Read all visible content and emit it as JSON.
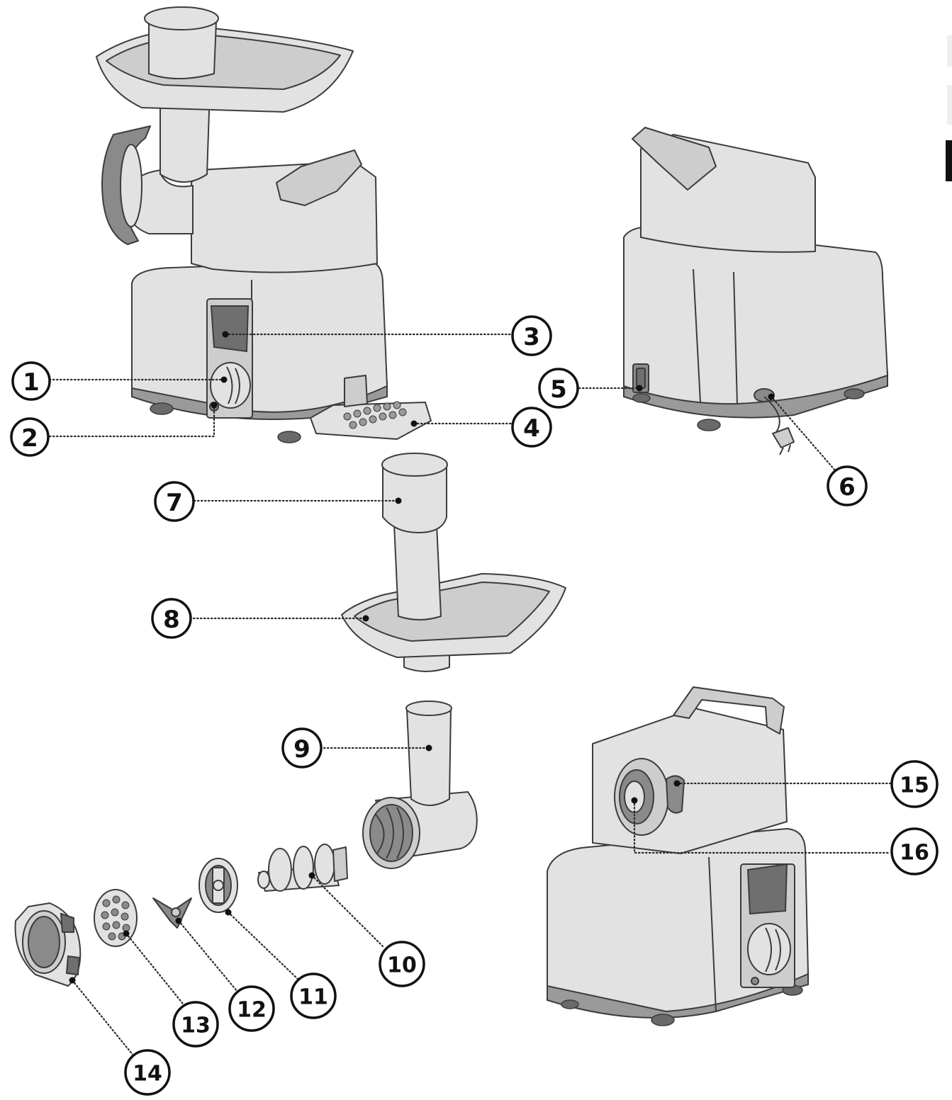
{
  "callouts": [
    {
      "id": "1",
      "label": "1"
    },
    {
      "id": "2",
      "label": "2"
    },
    {
      "id": "3",
      "label": "3"
    },
    {
      "id": "4",
      "label": "4"
    },
    {
      "id": "5",
      "label": "5"
    },
    {
      "id": "6",
      "label": "6"
    },
    {
      "id": "7",
      "label": "7"
    },
    {
      "id": "8",
      "label": "8"
    },
    {
      "id": "9",
      "label": "9"
    },
    {
      "id": "10",
      "label": "10"
    },
    {
      "id": "11",
      "label": "11"
    },
    {
      "id": "12",
      "label": "12"
    },
    {
      "id": "13",
      "label": "13"
    },
    {
      "id": "14",
      "label": "14"
    },
    {
      "id": "15",
      "label": "15"
    },
    {
      "id": "16",
      "label": "16"
    }
  ],
  "colors": {
    "body": "#e2e2e2",
    "base": "#9a9a9a",
    "outline": "#3c3c3c",
    "callout": "#111111"
  }
}
